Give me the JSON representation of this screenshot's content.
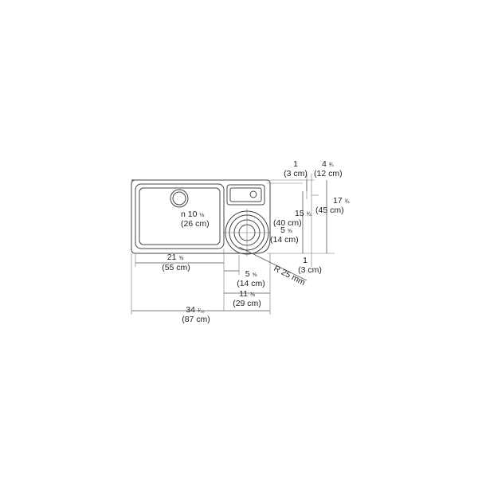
{
  "labels": {
    "top_offset": {
      "inch": "1",
      "cm": "(3 cm)"
    },
    "top_depth": {
      "inch_whole": "4",
      "inch_frac": "¾",
      "cm": "(12 cm)"
    },
    "overall_depth": {
      "inch_whole": "17",
      "inch_frac": "¾",
      "cm": "(45 cm)"
    },
    "main_depth": {
      "inch_whole": "15",
      "inch_frac": "¾",
      "cm": "(40 cm)"
    },
    "drain_diameter": {
      "prefix": "n",
      "inch_whole": "10",
      "inch_frac": "⅛",
      "cm": "(26 cm)"
    },
    "bowl_diameter": {
      "inch_whole": "5",
      "inch_frac": "⅝",
      "cm": "(14 cm)"
    },
    "main_width": {
      "inch_whole": "21",
      "inch_frac": "⅝",
      "cm": "(55 cm)"
    },
    "radius": {
      "text": "R 25 mm"
    },
    "bottom_offset": {
      "inch": "1",
      "cm": "(3 cm)"
    },
    "bowl_offset": {
      "inch_whole": "5",
      "inch_frac": "⅝",
      "cm": "(14 cm)"
    },
    "right_width": {
      "inch_whole": "11",
      "inch_frac": "⅜",
      "cm": "(29 cm)"
    },
    "overall_width": {
      "inch_whole": "34",
      "inch_frac": "¹⁄₁₆",
      "cm": "(87 cm)"
    }
  }
}
